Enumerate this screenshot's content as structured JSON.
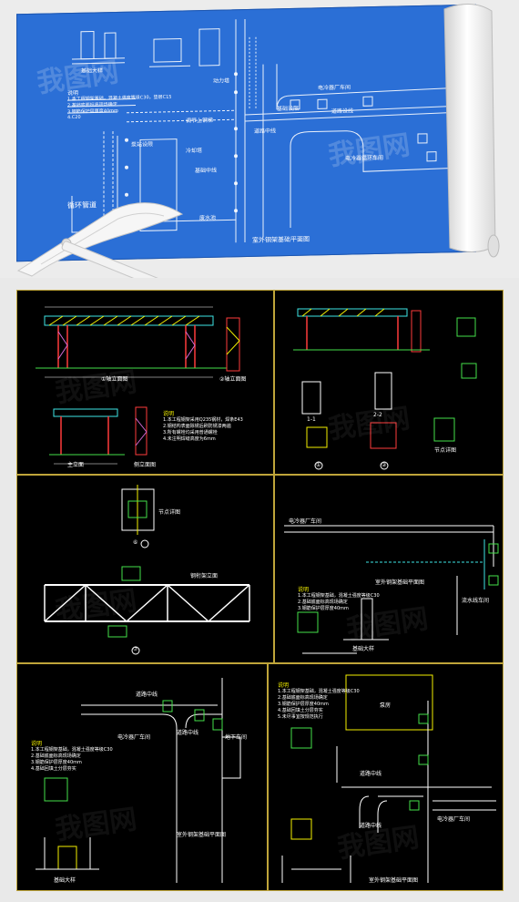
{
  "hero": {
    "labels": {
      "foundation_big": "基础大样",
      "power_tower": "动力塔",
      "motor_room": "电冷器厂车间",
      "pipe_support": "基础设限",
      "road_center": "道路中线",
      "stairs": "调节上钢梯",
      "pump_room": "泵站设限",
      "cold_bed": "冷却塔",
      "cable": "基础中线",
      "road_line": "道路设线",
      "cold_room": "电冷器循环车间",
      "well": "废水池",
      "drain": "循环管道",
      "plan_title": "室外钢架基础平面图",
      "notes_title": "说明",
      "note1": "1.本工程钢架基础，混凝土强度等级C30，垫层C15",
      "note2": "2.基础底面标高现场确定",
      "note3": "3.钢筋保护层厚度40mm",
      "note4": "4.C20"
    },
    "colors": {
      "sheet": "#2b6fd6",
      "line": "#ffffff",
      "roll": "#f4f4f4"
    }
  },
  "panel1": {
    "labels": {
      "elev1": "①轴立面图",
      "elev2": "②轴立面图",
      "elev3": "主立面",
      "side1": "侧立面图",
      "notes_title": "说明",
      "n1": "1.本工程钢架采用Q235钢材，焊条E43",
      "n2": "2.钢结构表面除锈后刷防锈漆两遍",
      "n3": "3.所有螺栓均采用普通螺栓",
      "n4": "4.未注明焊缝高度为6mm"
    }
  },
  "panel2": {
    "labels": {
      "a": "①",
      "b": "②",
      "c": "1-1",
      "d": "2-2",
      "e": "节点详图"
    }
  },
  "panel3": {
    "labels": {
      "top_detail": "节点详图",
      "num1": "⑥",
      "truss": "钢桁架立面",
      "num2": "⑦"
    }
  },
  "panel4": {
    "labels": {
      "motor": "电冷器厂车间",
      "plan_title": "室外钢架基础平面图",
      "cold": "流水线车间",
      "foundation": "基础大样",
      "notes_title": "说明",
      "n1": "1.本工程钢架基础，混凝土强度等级C30",
      "n2": "2.基础底面标高现场确定",
      "n3": "3.钢筋保护层厚度40mm"
    }
  },
  "panel5": {
    "labels": {
      "road_center": "道路中线",
      "motor": "电冷器厂车间",
      "road_center2": "道路中线",
      "underground": "地下车间",
      "plan_title": "室外钢架基础平面图",
      "foundation": "基础大样",
      "notes_title": "说明",
      "n1": "1.本工程钢架基础，混凝土强度等级C30",
      "n2": "2.基础底面标高现场确定",
      "n3": "3.钢筋保护层厚度40mm",
      "n4": "4.基础回填土分层夯实"
    }
  },
  "panel6": {
    "labels": {
      "room": "泵房",
      "road_center": "道路中线",
      "road_center2": "道路中线",
      "motor": "电冷器厂车间",
      "plan_title": "室外钢架基础平面图",
      "notes_title": "说明",
      "n1": "1.本工程钢架基础，混凝土强度等级C30",
      "n2": "2.基础底面标高现场确定",
      "n3": "3.钢筋保护层厚度40mm",
      "n4": "4.基础回填土分层夯实",
      "n5": "5.未尽事宜按规范执行"
    }
  },
  "watermark": "我图网"
}
